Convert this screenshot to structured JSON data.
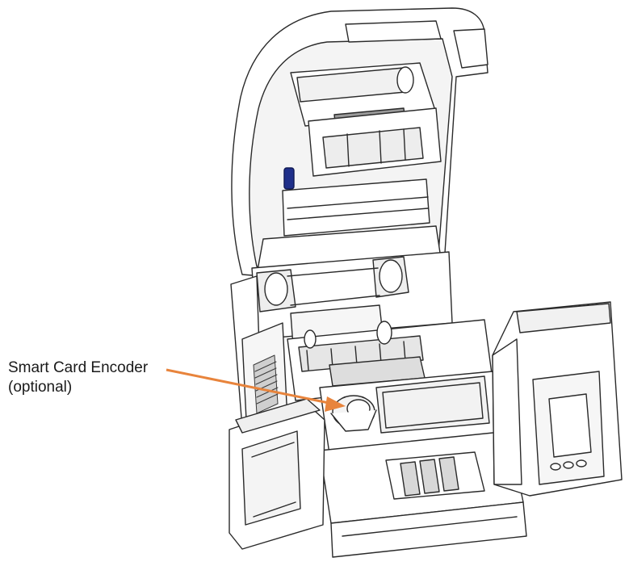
{
  "callout": {
    "line1": "Smart Card Encoder",
    "line2": "(optional)"
  },
  "colors": {
    "arrow": "#e8843c",
    "outline": "#2a2a2a",
    "lens_blue": "#1f2f8a",
    "grill": "#3a3a3a",
    "body_fill": "#ffffff",
    "shade_fill": "#ececec",
    "dark_shade": "#bdbdbd"
  },
  "icons": {
    "printer": "card-printer-illustration",
    "arrow": "callout-arrow"
  }
}
